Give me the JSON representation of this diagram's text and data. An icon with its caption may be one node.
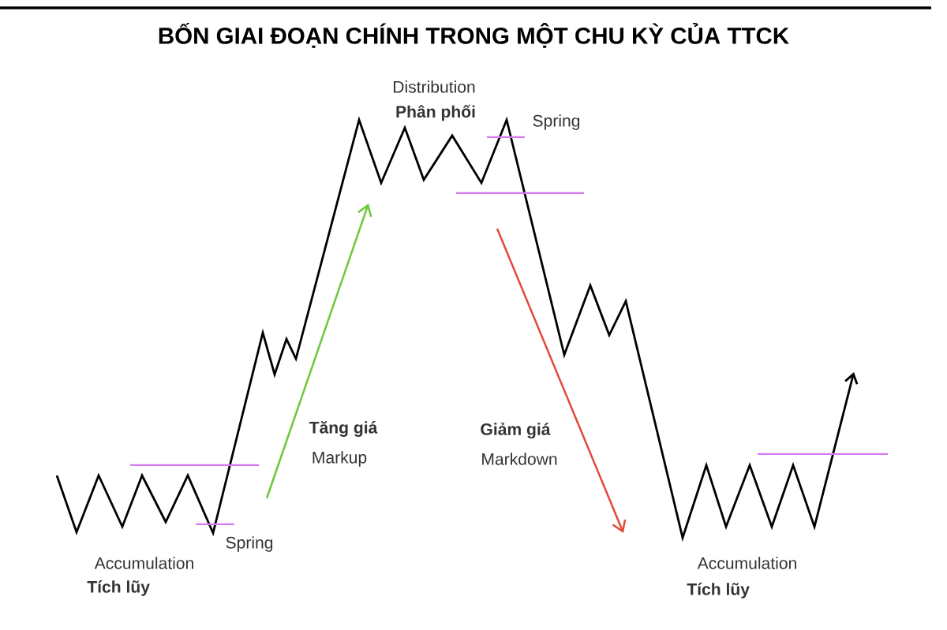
{
  "diagram": {
    "title": "BỐN GIAI ĐOẠN CHÍNH TRONG MỘT CHU KỲ CỦA TTCK",
    "labels": [
      "Distribution",
      "**Phân phối**",
      "Spring",
      "**Tăng giá**",
      "Markup",
      "**Giảm giá**",
      "Markdown",
      "Accumulation",
      "**Tích lũy**",
      "Spring",
      "Accumulation",
      "**Tích lũy**"
    ]
  }
}
